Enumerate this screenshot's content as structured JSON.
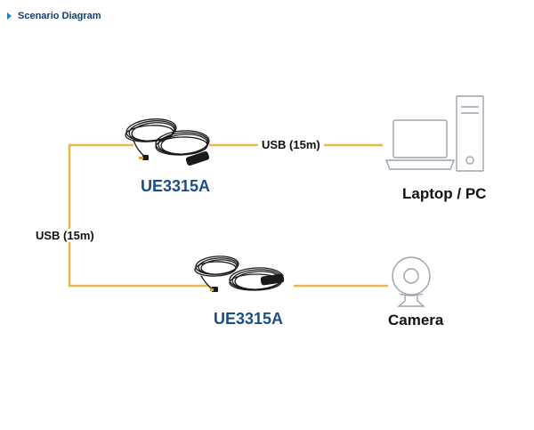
{
  "header": {
    "title": "Scenario Diagram"
  },
  "colors": {
    "line": "#e7b84e",
    "model": "#1b4f84",
    "header_accent": "#1a82c4",
    "device_stroke": "#9aa3ad"
  },
  "labels": {
    "usb_top": "USB (15m)",
    "usb_left": "USB (15m)",
    "model_top": "UE3315A",
    "model_bottom": "UE3315A",
    "device_pc": "Laptop / PC",
    "device_camera": "Camera"
  },
  "icons": {
    "cable_top": "usb-cable-coil-icon",
    "cable_bottom": "usb-cable-coil-icon",
    "pc": "laptop-desktop-icon",
    "camera": "webcam-icon"
  }
}
